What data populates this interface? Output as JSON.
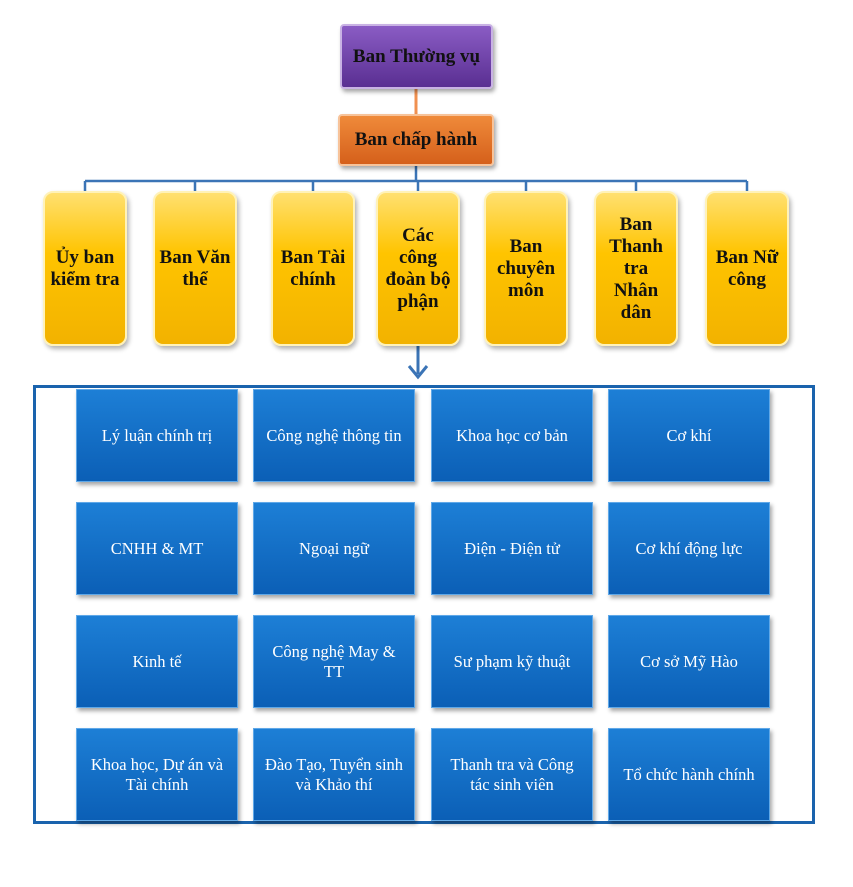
{
  "top": {
    "label": "Ban Thường vụ"
  },
  "executive": {
    "label": "Ban chấp hành"
  },
  "committees": [
    "Ủy ban kiểm tra",
    "Ban Văn thể",
    "Ban Tài chính",
    "Các công đoàn bộ phận",
    "Ban chuyên môn",
    "Ban Thanh tra Nhân dân",
    "Ban Nữ công"
  ],
  "departments": [
    "Lý luận chính trị",
    "Công nghệ thông tin",
    "Khoa học cơ bản",
    "Cơ khí",
    "CNHH & MT",
    "Ngoại ngữ",
    "Điện - Điện tử",
    "Cơ khí động lực",
    "Kinh tế",
    "Công nghệ May & TT",
    "Sư phạm kỹ thuật",
    "Cơ sở Mỹ Hào",
    "Khoa học, Dự án và Tài chính",
    "Đào Tạo, Tuyển sinh và Khảo thí",
    "Thanh tra và Công tác sinh viên",
    "Tổ chức hành chính"
  ],
  "colors": {
    "top": "#6f42a8",
    "executive": "#e6742b",
    "committee": "#ffc000",
    "department": "#1270c6",
    "connector": "#3b74b6",
    "top_connector": "#f09050"
  }
}
